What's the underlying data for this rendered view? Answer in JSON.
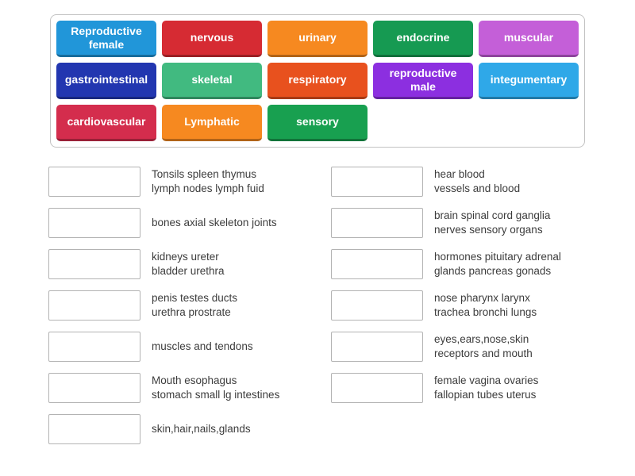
{
  "tiles": [
    {
      "label": "Reproductive female",
      "bg": "#2196d9"
    },
    {
      "label": "nervous",
      "bg": "#d62b33"
    },
    {
      "label": "urinary",
      "bg": "#f68920"
    },
    {
      "label": "endocrine",
      "bg": "#169a52"
    },
    {
      "label": "muscular",
      "bg": "#c45fd8"
    },
    {
      "label": "gastrointestinal",
      "bg": "#2236b0"
    },
    {
      "label": "skeletal",
      "bg": "#41ba80"
    },
    {
      "label": "respiratory",
      "bg": "#e8511e"
    },
    {
      "label": "reproductive male",
      "bg": "#8c2fe0"
    },
    {
      "label": "integumentary",
      "bg": "#2fa8e8"
    },
    {
      "label": "cardiovascular",
      "bg": "#d42d4d"
    },
    {
      "label": "Lymphatic",
      "bg": "#f68920"
    },
    {
      "label": "sensory",
      "bg": "#18a050"
    }
  ],
  "matches": {
    "left": [
      {
        "text": "Tonsils spleen thymus\nlymph nodes lymph fuid"
      },
      {
        "text": "bones axial skeleton joints"
      },
      {
        "text": "kidneys ureter\nbladder urethra"
      },
      {
        "text": "penis testes ducts\nurethra prostrate"
      },
      {
        "text": "muscles and tendons"
      },
      {
        "text": "Mouth esophagus\nstomach small lg intestines"
      },
      {
        "text": "skin,hair,nails,glands"
      }
    ],
    "right": [
      {
        "text": "hear blood\nvessels and blood"
      },
      {
        "text": "brain spinal cord ganglia\nnerves sensory organs"
      },
      {
        "text": "hormones pituitary adrenal\nglands pancreas gonads"
      },
      {
        "text": "nose pharynx larynx\ntrachea bronchi lungs"
      },
      {
        "text": "eyes,ears,nose,skin\nreceptors and mouth"
      },
      {
        "text": "female vagina ovaries\nfallopian tubes uterus"
      }
    ]
  }
}
